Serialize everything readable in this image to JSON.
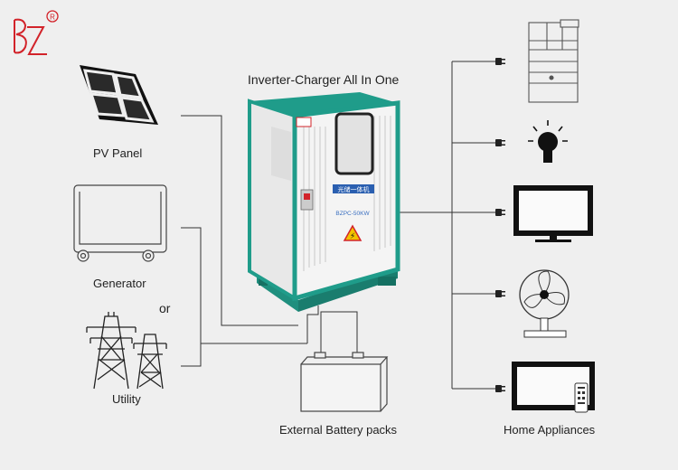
{
  "brand": {
    "logo_text": "BZ",
    "registered_mark": "R",
    "color": "#d2232a"
  },
  "diagram": {
    "title": "Inverter-Charger All In One",
    "inputs": {
      "pv_label": "PV Panel",
      "generator_label": "Generator",
      "or_label": "or",
      "utility_label": "Utility"
    },
    "battery_label": "External Battery packs",
    "outputs_label": "Home Appliances",
    "inverter": {
      "panel_text": "光储一体机",
      "model_text": "BZPC-50KW",
      "frame_color": "#1f9c8a",
      "body_color": "#f4f4f4"
    },
    "appliances": [
      "cabinet-icon",
      "light-bulb-icon",
      "television-icon",
      "fan-icon",
      "tv-with-remote-icon"
    ],
    "line_color": "#333333"
  }
}
